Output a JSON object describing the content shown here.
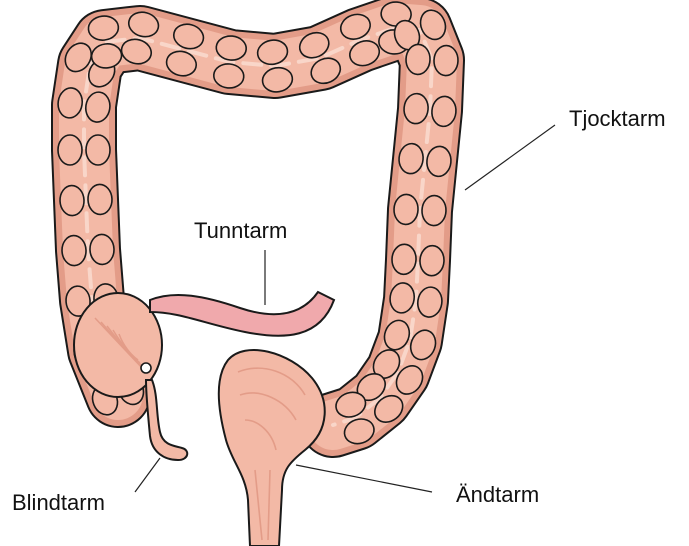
{
  "diagram": {
    "labels": {
      "large_intestine": "Tjocktarm",
      "small_intestine": "Tunntarm",
      "appendix": "Blindtarm",
      "rectum": "Ändtarm"
    },
    "colors": {
      "colon_fill": "#f3b9a6",
      "colon_shadow": "#e39c88",
      "colon_highlight": "#f9d6c9",
      "small_intestine_fill": "#f0a9ac",
      "outline": "#1a1a1a",
      "leader_line": "#222222"
    }
  }
}
